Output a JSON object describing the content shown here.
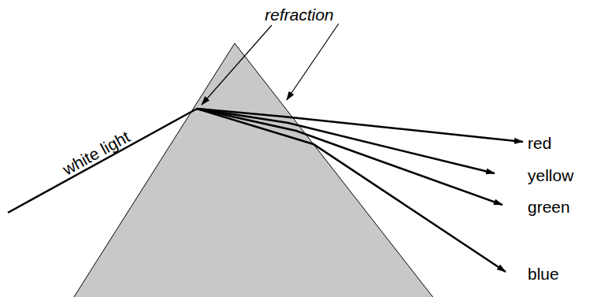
{
  "diagram": {
    "labels": [
      "refraction",
      "white light",
      "red",
      "yellow",
      "green",
      "blue"
    ]
  }
}
